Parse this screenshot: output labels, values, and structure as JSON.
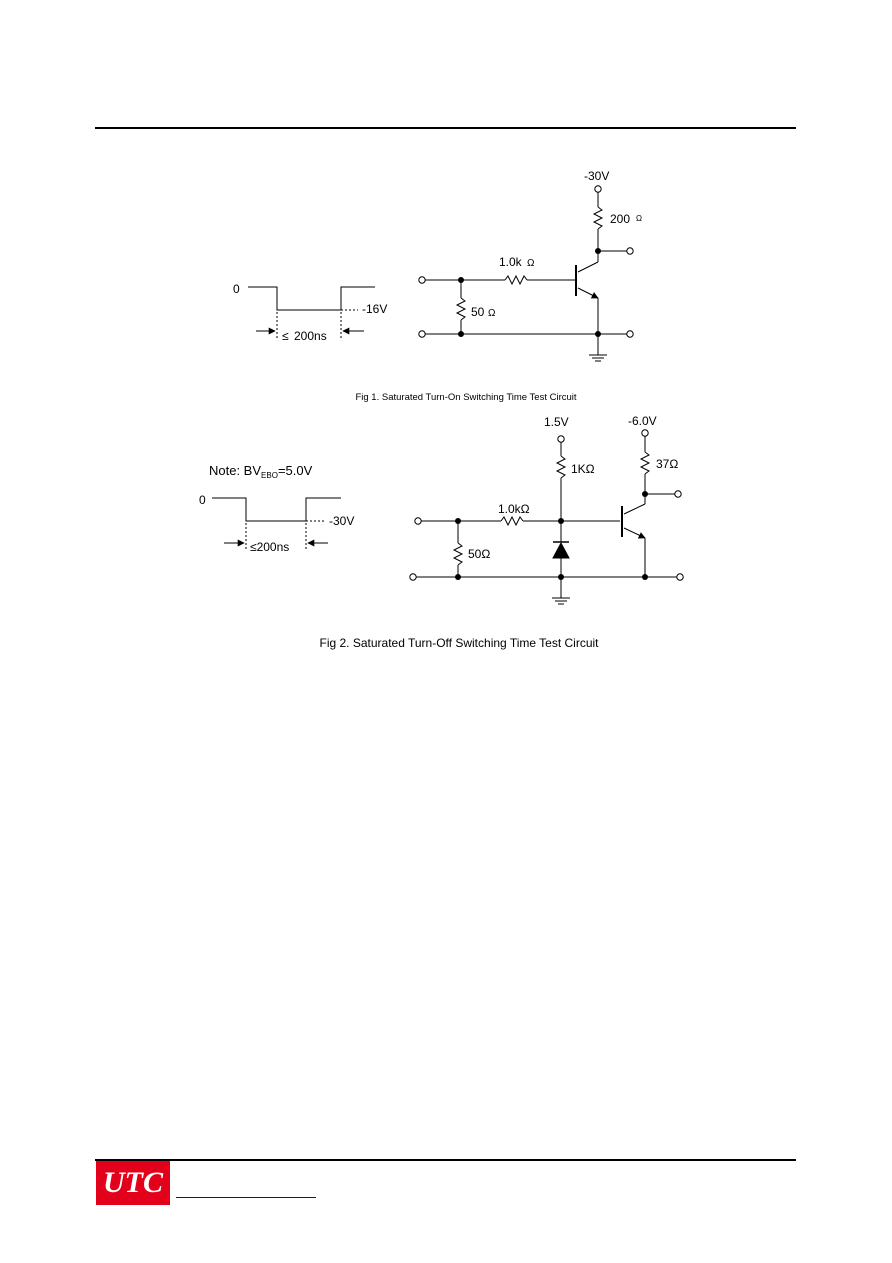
{
  "fig1": {
    "supply": "-30V",
    "rc": "200",
    "rc_unit": "Ω",
    "rb": "1.0k",
    "rb_unit": "Ω",
    "rt": "50",
    "rt_unit": "Ω",
    "pulse_zero": "0",
    "pulse_low": "-16V",
    "pulse_width": "200ns",
    "pulse_width_symbol": "≤",
    "caption": "Fig 1. Saturated Turn-On Switching Time Test Circuit"
  },
  "fig2": {
    "note_prefix": "Note: BV",
    "note_sub": "EBO",
    "note_suffix": "=5.0V",
    "bias_supply": "1.5V",
    "rbias": "1KΩ",
    "supply": "-6.0V",
    "rc": "37Ω",
    "rb": "1.0kΩ",
    "rt": "50Ω",
    "pulse_zero": "0",
    "pulse_low": "-30V",
    "pulse_width": "≤200ns",
    "caption": "Fig 2. Saturated Turn-Off Switching Time Test Circuit"
  },
  "footer": {
    "logo": "UTC"
  },
  "colors": {
    "logo_bg": "#e3001b",
    "link": "#0000ff"
  }
}
